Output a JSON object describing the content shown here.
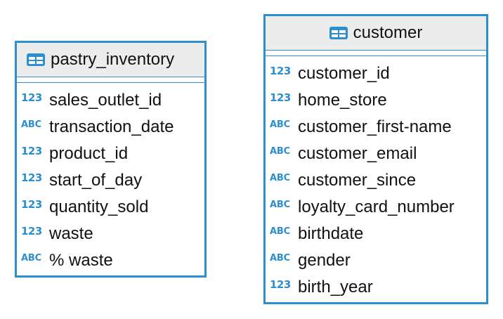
{
  "colors": {
    "border": "#2b8fd2",
    "header_bg": "#ececec",
    "type_badge": "#2b8fd2",
    "text": "#111111"
  },
  "tables": {
    "pastry_inventory": {
      "title": "pastry_inventory",
      "icon": "table-icon",
      "columns": [
        {
          "type": "123",
          "name": "sales_outlet_id"
        },
        {
          "type": "ABC",
          "name": "transaction_date"
        },
        {
          "type": "123",
          "name": "product_id"
        },
        {
          "type": "123",
          "name": "start_of_day"
        },
        {
          "type": "123",
          "name": "quantity_sold"
        },
        {
          "type": "123",
          "name": "waste"
        },
        {
          "type": "ABC",
          "name": "% waste"
        }
      ]
    },
    "customer": {
      "title": "customer",
      "icon": "table-icon",
      "columns": [
        {
          "type": "123",
          "name": "customer_id"
        },
        {
          "type": "123",
          "name": "home_store"
        },
        {
          "type": "ABC",
          "name": "customer_first-name"
        },
        {
          "type": "ABC",
          "name": "customer_email"
        },
        {
          "type": "ABC",
          "name": "customer_since"
        },
        {
          "type": "ABC",
          "name": "loyalty_card_number"
        },
        {
          "type": "ABC",
          "name": "birthdate"
        },
        {
          "type": "ABC",
          "name": "gender"
        },
        {
          "type": "123",
          "name": "birth_year"
        }
      ]
    }
  }
}
